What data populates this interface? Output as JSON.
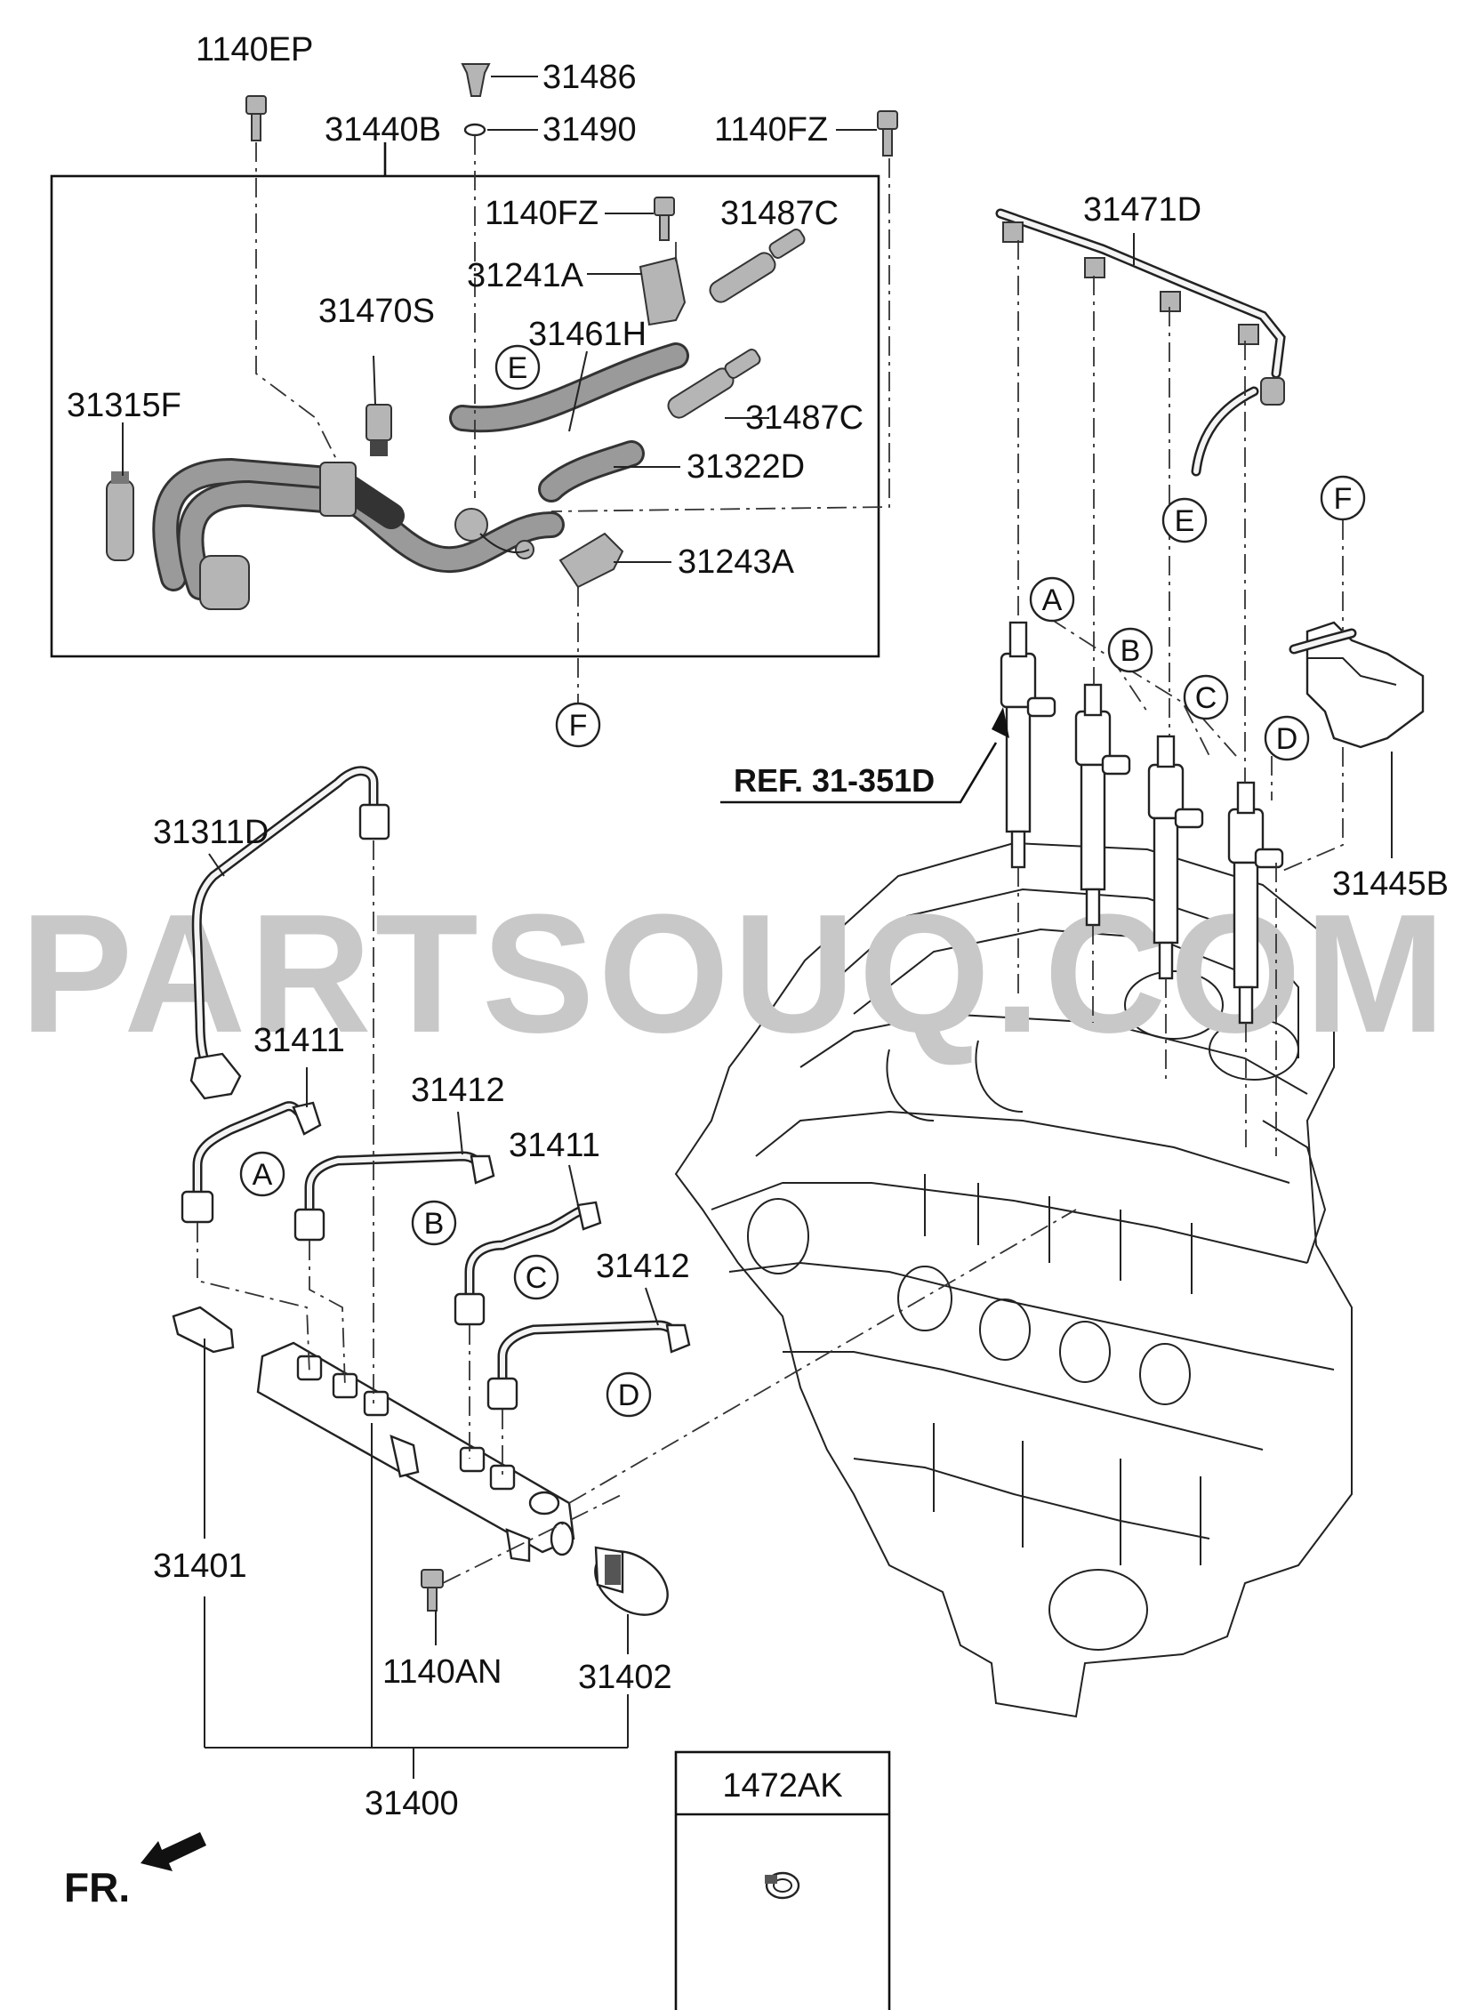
{
  "watermark": "PARTSOUQ.COM",
  "parts": {
    "p1140EP": "1140EP",
    "p31486": "31486",
    "p31490": "31490",
    "p31440B": "31440B",
    "p1140FZ_top": "1140FZ",
    "p1140FZ_box": "1140FZ",
    "p31487C_a": "31487C",
    "p31241A": "31241A",
    "p31470S": "31470S",
    "p31461H": "31461H",
    "p31315F": "31315F",
    "p31487C_b": "31487C",
    "p31322D": "31322D",
    "p31243A": "31243A",
    "p31471D": "31471D",
    "p31445B": "31445B",
    "p31311D": "31311D",
    "p31411_a": "31411",
    "p31412_a": "31412",
    "p31411_b": "31411",
    "p31412_b": "31412",
    "p31401": "31401",
    "p1140AN": "1140AN",
    "p31402": "31402",
    "p31400": "31400",
    "p1472AK": "1472AK"
  },
  "reference": "REF. 31-351D",
  "front_indicator": "FR.",
  "callouts": {
    "A": "A",
    "B": "B",
    "C": "C",
    "D": "D",
    "E": "E",
    "F": "F"
  }
}
